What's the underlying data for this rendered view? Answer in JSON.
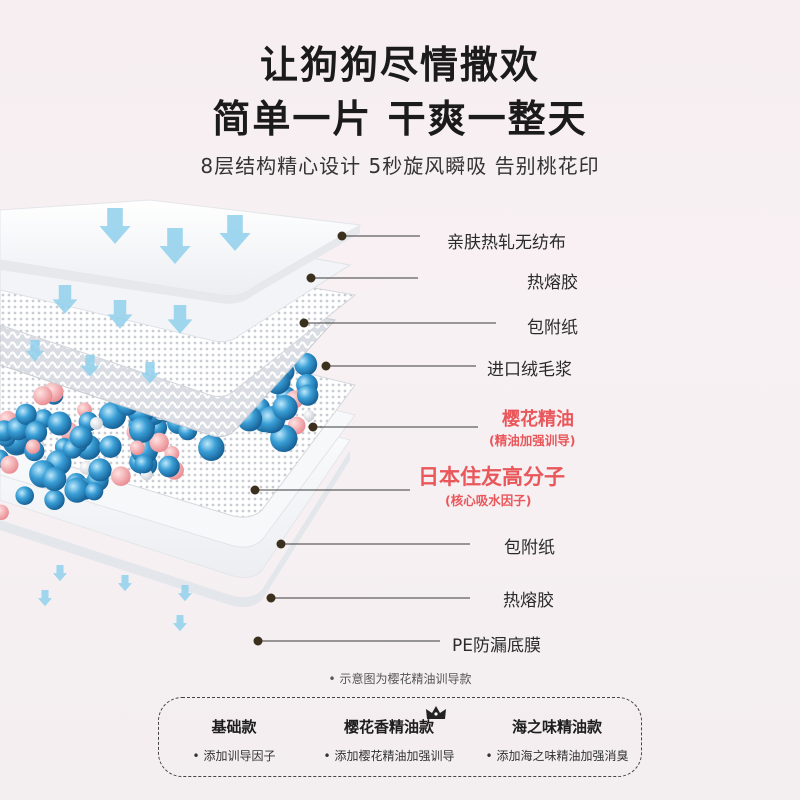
{
  "header": {
    "title_line1": "让狗狗尽情撒欢",
    "title_line2": "简单一片 干爽一整天",
    "subtitle": "8层结构精心设计 5秒旋风瞬吸 告别桃花印"
  },
  "layers": [
    {
      "label": "亲肤热轧无纺布"
    },
    {
      "label": "热熔胶"
    },
    {
      "label": "包附纸"
    },
    {
      "label": "进口绒毛浆"
    },
    {
      "label": "樱花精油",
      "sublabel": "(精油加强训导)"
    },
    {
      "label": "日本住友高分子",
      "sublabel": "(核心吸水因子)"
    },
    {
      "label": "包附纸"
    },
    {
      "label": "热熔胶"
    },
    {
      "label": "PE防漏底膜"
    }
  ],
  "note": "• 示意图为樱花精油训导款",
  "variants": [
    {
      "name": "基础款",
      "desc": "• 添加训导因子"
    },
    {
      "name": "樱花香精油款",
      "desc": "• 添加樱花精油加强训导"
    },
    {
      "name": "海之味精油款",
      "desc": "• 添加海之味精油加强消臭"
    }
  ],
  "colors": {
    "accent_red": "#e9575b",
    "arrow_blue": "#8fd0ec",
    "bead_blue": "#2e8fc6",
    "bead_pink": "#f2a1a4"
  },
  "icons": [
    "crown-icon",
    "arrow-down-icon",
    "leader-dot-icon"
  ]
}
